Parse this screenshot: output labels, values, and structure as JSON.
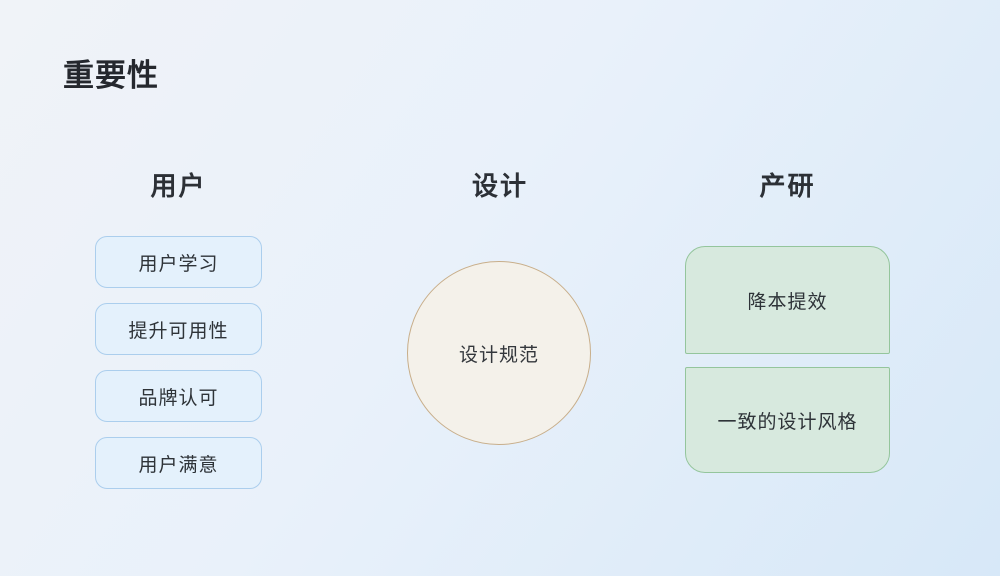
{
  "page": {
    "title": "重要性",
    "background_colors": [
      "#f0f3f8",
      "#d7e8f8"
    ]
  },
  "columns": [
    {
      "header": "用户",
      "items": [
        "用户学习",
        "提升可用性",
        "品牌认可",
        "用户满意"
      ],
      "box_fill": "#e4f1fc",
      "box_border": "#abceed"
    },
    {
      "header": "设计",
      "circle_label": "设计规范",
      "circle_fill": "#f4f1ea",
      "circle_border": "#c8ae8a"
    },
    {
      "header": "产研",
      "items": [
        "降本提效",
        "一致的设计风格"
      ],
      "box_fill": "#d7e9de",
      "box_border": "#94c59c"
    }
  ]
}
